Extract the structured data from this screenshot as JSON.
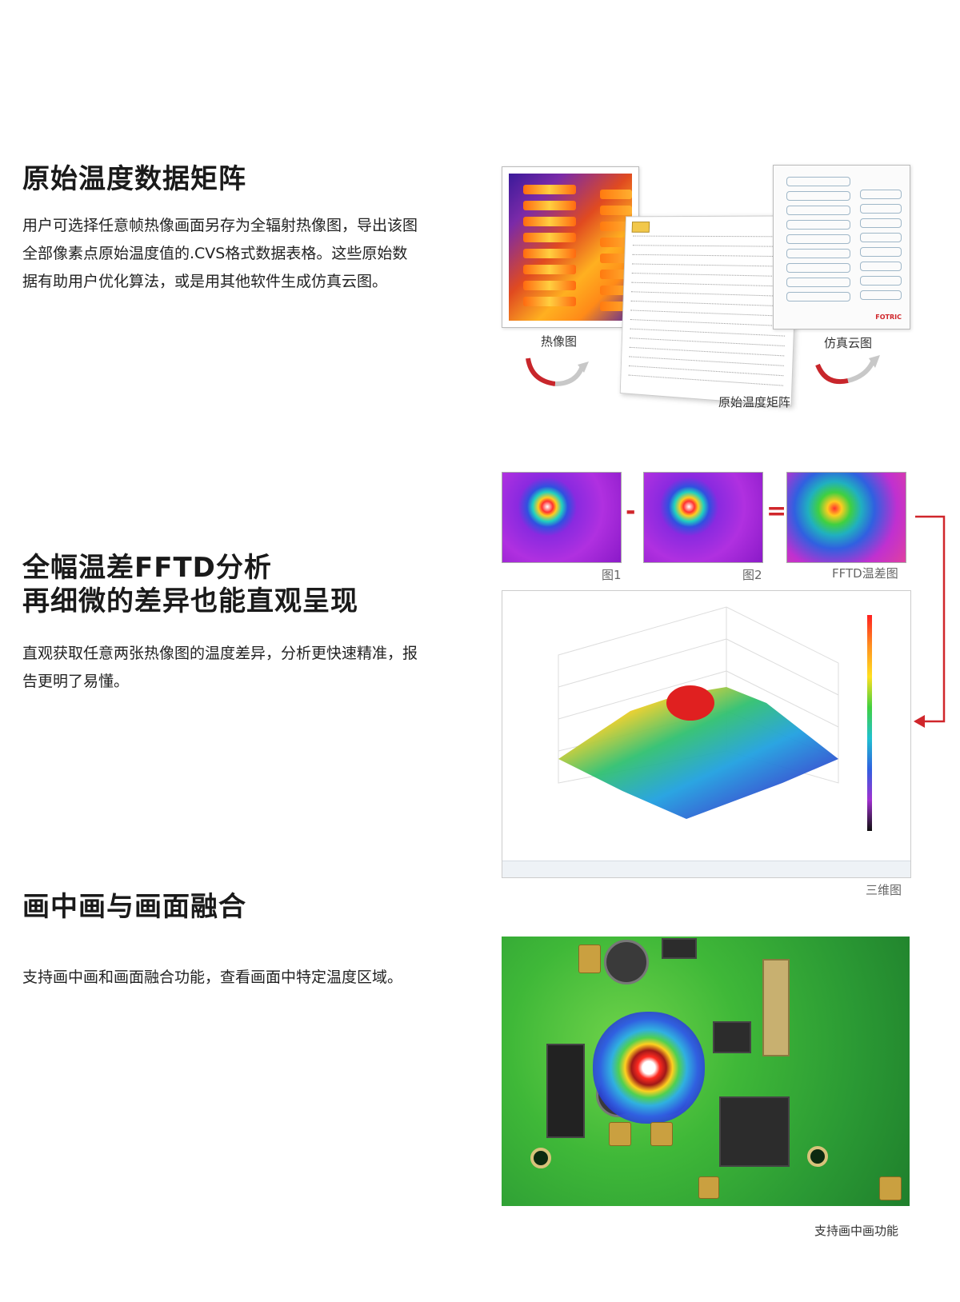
{
  "section1": {
    "title": "原始温度数据矩阵",
    "body": "用户可选择任意帧热像画面另存为全辐射热像图，导出该图全部像素点原始温度值的.CVS格式数据表格。这些原始数据有助用户优化算法，或是用其他软件生成仿真云图。",
    "captions": {
      "thermal": "热像图",
      "matrix": "原始温度矩阵",
      "simulation": "仿真云图"
    },
    "brand": "FOTRIC"
  },
  "section2": {
    "title_line1": "全幅温差FFTD分析",
    "title_line2": "再细微的差异也能直观呈现",
    "body": "直观获取任意两张热像图的温度差异，分析更快速精准，报告更明了易懂。",
    "captions": {
      "img1": "图1",
      "img2": "图2",
      "diff": "FFTD温差图",
      "three_d": "三维图"
    },
    "minus": "-",
    "equals": "="
  },
  "section3": {
    "title": "画中画与画面融合",
    "body": "支持画中画和画面融合功能，查看画面中特定温度区域。",
    "caption": "支持画中画功能"
  },
  "colors": {
    "accent_red": "#d0262b",
    "text_dark": "#1a1a1a"
  }
}
